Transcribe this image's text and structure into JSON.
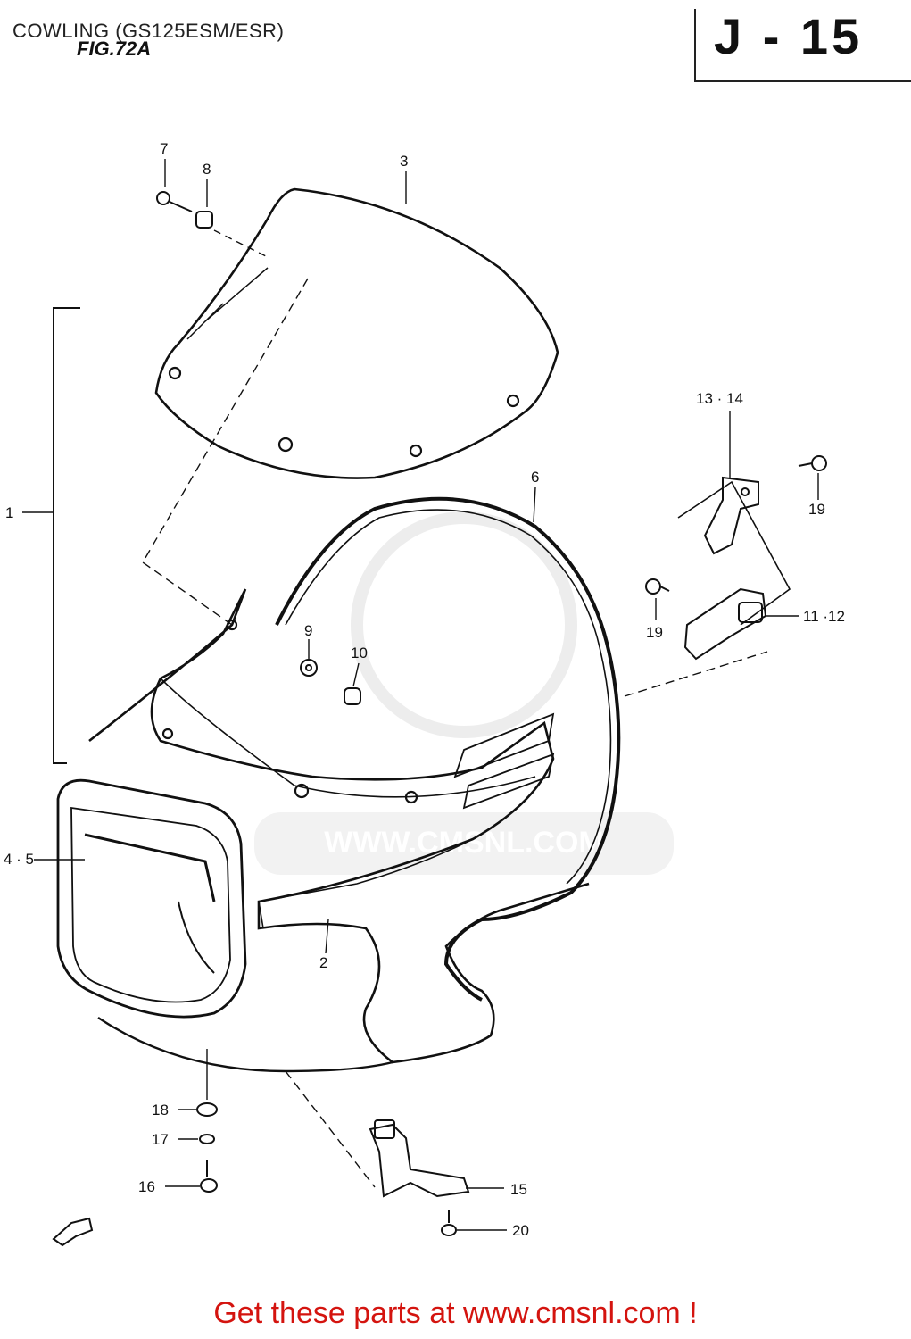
{
  "header": {
    "title": "COWLING (GS125ESM/ESR)",
    "figure": "FIG.72A",
    "page_id": "J - 15"
  },
  "callouts": {
    "p1": "1",
    "p2": "2",
    "p3": "3",
    "p4_5": "4 · 5",
    "p6": "6",
    "p7": "7",
    "p8": "8",
    "p9": "9",
    "p10": "10",
    "p11_12": "11 ·12",
    "p13_14": "13 · 14",
    "p15": "15",
    "p16": "16",
    "p17": "17",
    "p18": "18",
    "p19a": "19",
    "p19b": "19",
    "p20": "20"
  },
  "watermark": {
    "text": "WWW.CMSNL.COM"
  },
  "footer": {
    "cta": "Get these parts at www.cmsnl.com !"
  },
  "colors": {
    "ink": "#111111",
    "cta": "#d4140f",
    "watermark": "#dcdcdc"
  }
}
